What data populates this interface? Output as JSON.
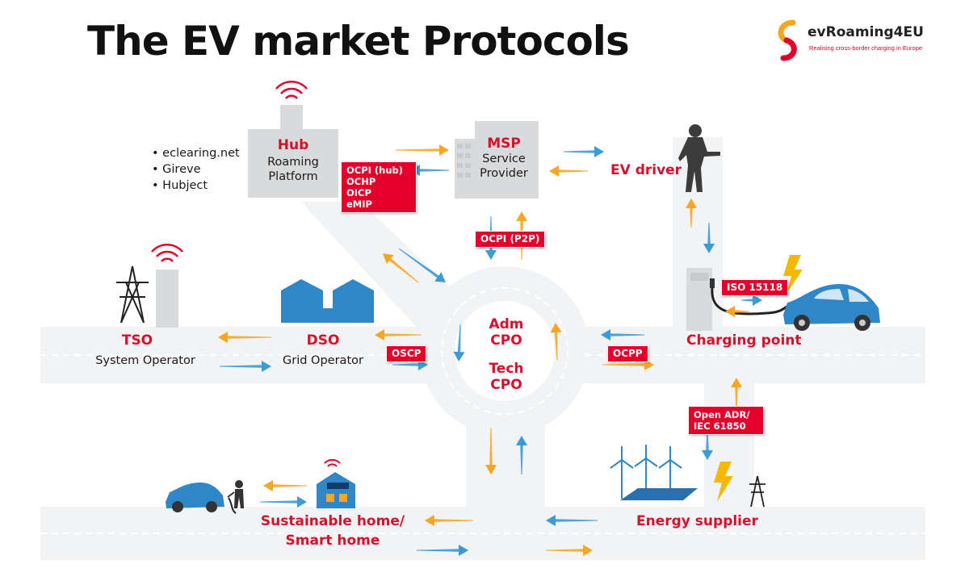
{
  "title": "The EV market Protocols",
  "logo": {
    "name": "evRoaming4EU",
    "tagline": "Realising cross-border charging in Europe",
    "accent": "#e4002b"
  },
  "hub": {
    "title": "Hub",
    "subtitle_line1": "Roaming",
    "subtitle_line2": "Platform",
    "examples": [
      "eclearing.net",
      "Gireve",
      "Hubject"
    ]
  },
  "msp": {
    "title": "MSP",
    "subtitle_line1": "Service",
    "subtitle_line2": "Provider"
  },
  "ev_driver": "EV driver",
  "tso": {
    "title": "TSO",
    "subtitle": "System Operator"
  },
  "dso": {
    "title": "DSO",
    "subtitle": "Grid Operator"
  },
  "cpo": {
    "adm_line1": "Adm",
    "adm_line2": "CPO",
    "tech_line1": "Tech",
    "tech_line2": "CPO"
  },
  "charging_point": "Charging point",
  "home": {
    "line1": "Sustainable home/",
    "line2": "Smart home"
  },
  "energy_supplier": "Energy supplier",
  "protocols": {
    "hub_list": [
      "OCPI (hub)",
      "OCHP",
      "OICP",
      "eMIP"
    ],
    "p2p": "OCPI (P2P)",
    "iso": "ISO 15118",
    "oscp": "OSCP",
    "ocpp": "OCPP",
    "openadr_line1": "Open ADR/",
    "openadr_line2": "IEC 61850"
  },
  "colors": {
    "red": "#e4002b",
    "label_red": "#d5102c",
    "blue_arrow": "#3a9bd5",
    "orange_arrow": "#f5a623",
    "road": "#f2f3f4",
    "building": "#d9dadb",
    "house_blue": "#2f87c8"
  }
}
